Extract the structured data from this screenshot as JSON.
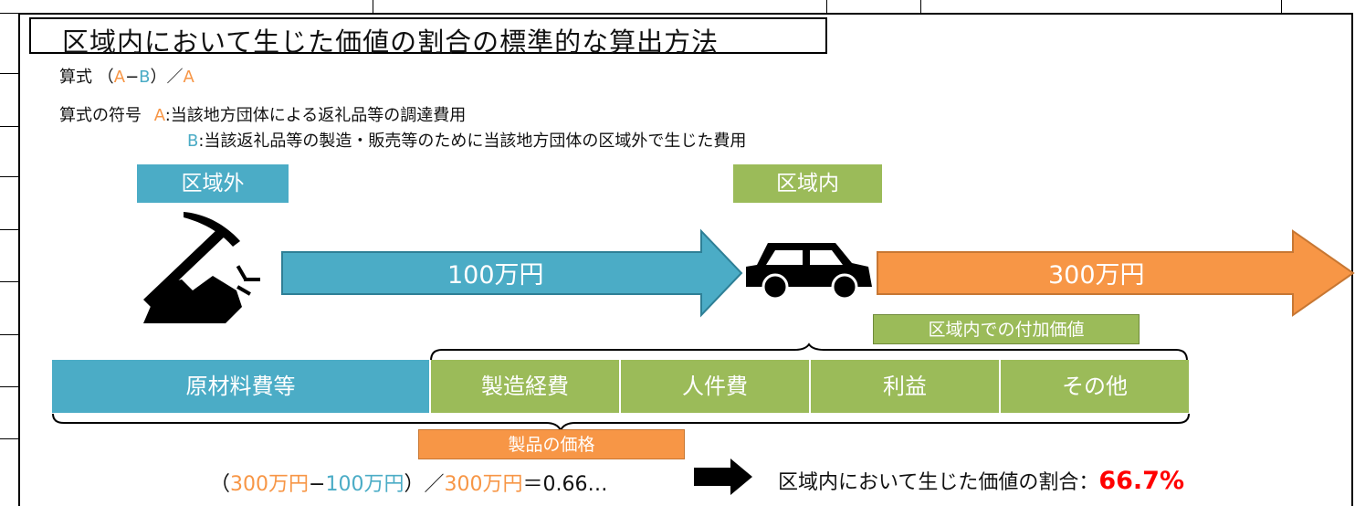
{
  "title": "区域内において生じた価値の割合の標準的な算出方法",
  "formula": {
    "label": "算式",
    "open": "（",
    "a": "A",
    "minus": "−",
    "b": "B",
    "close_div": "）／",
    "a2": "A"
  },
  "symbols": {
    "label": "算式の符号",
    "a_key": "A",
    "a_text": ":当該地方団体による返礼品等の調達費用",
    "b_key": "B",
    "b_text": ":当該返礼品等の製造・販売等のために当該地方団体の区域外で生じた費用"
  },
  "outside_label": "区域外",
  "inside_label": "区域内",
  "arrow_left_value": "100万円",
  "arrow_right_value": "300万円",
  "added_value_label": "区域内での付加価値",
  "bar": {
    "segments": [
      "原材料費等",
      "製造経費",
      "人件費",
      "利益",
      "その他"
    ]
  },
  "product_price_label": "製品の価格",
  "equation": {
    "open": "（",
    "v300": "300万円",
    "minus": "−",
    "v100": "100万円",
    "close_div": "）／",
    "v300b": "300万円",
    "result": "＝0.66…"
  },
  "result": {
    "label": "区域内において生じた価値の割合：",
    "value": "66.7%"
  },
  "icons": [
    "pickaxe-icon",
    "car-icon",
    "arrow-right-icon"
  ],
  "colors": {
    "blue": "#4bacc6",
    "green": "#9bbb59",
    "orange": "#f79646",
    "red": "#ff0000"
  }
}
